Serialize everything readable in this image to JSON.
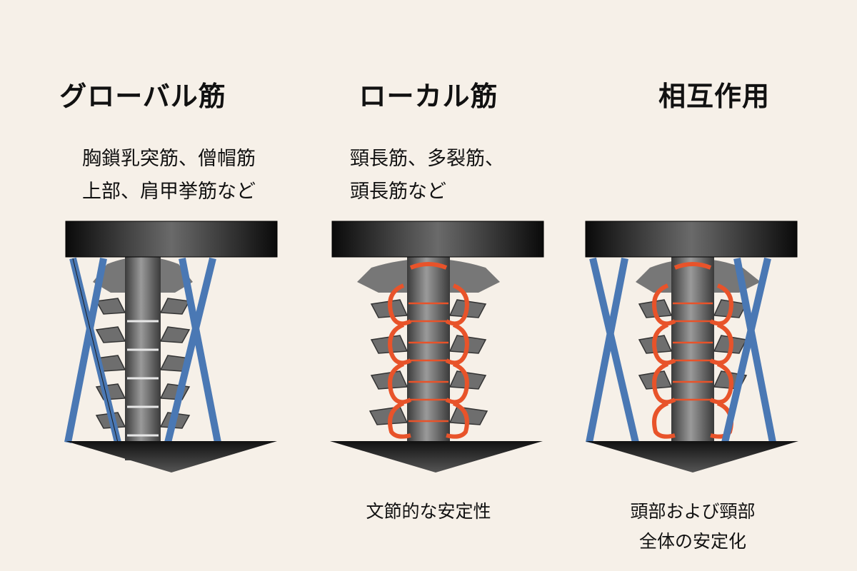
{
  "panels": [
    {
      "title": "グローバル筋",
      "description": [
        "胸鎖乳突筋、僧帽筋",
        "上部、肩甲挙筋など"
      ],
      "caption": []
    },
    {
      "title": "ローカル筋",
      "description": [
        "頸長筋、多裂筋、",
        "頭長筋など"
      ],
      "caption": [
        "文節的な安定性"
      ]
    },
    {
      "title": "相互作用",
      "description": [],
      "caption": [
        "頭部および頸部",
        "全体の安定化"
      ]
    }
  ],
  "colors": {
    "background": "#f6f0e8",
    "global_muscle": "#4a78b4",
    "local_muscle": "#e8532a",
    "bone": "#6b6b6b",
    "plate": "#111111"
  }
}
